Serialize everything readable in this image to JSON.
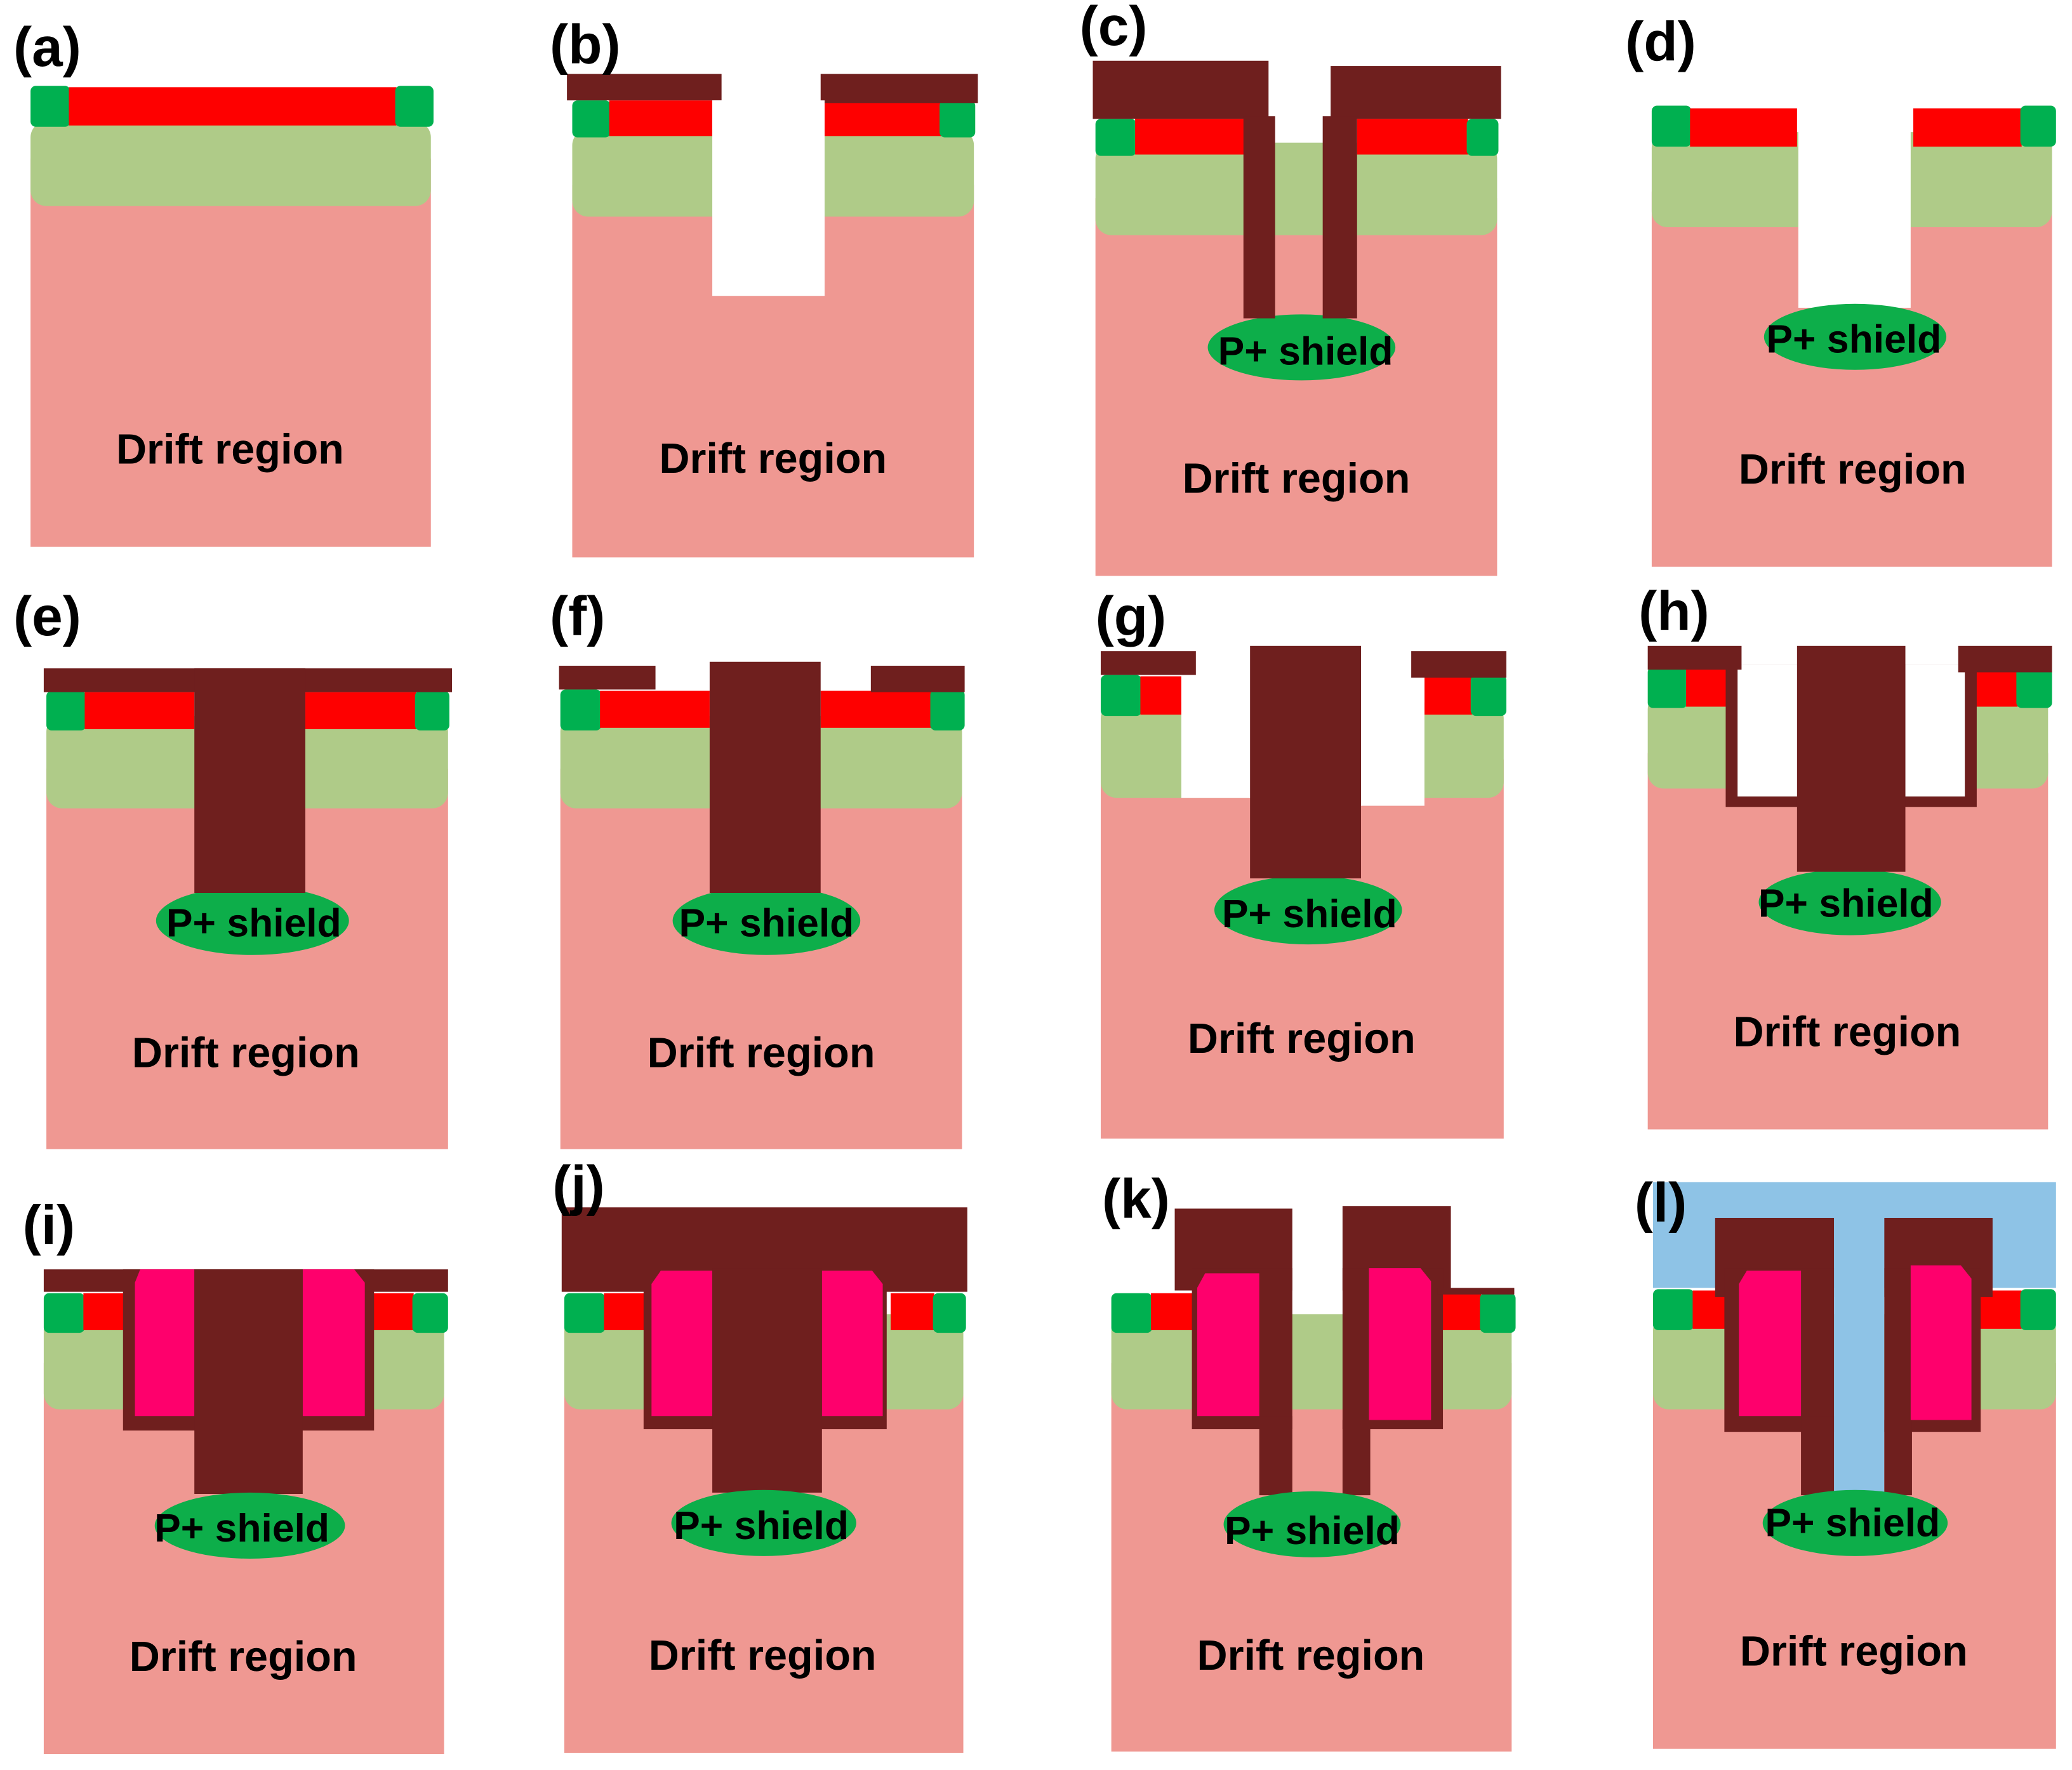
{
  "colors": {
    "drift": "#EF9892",
    "pwell": "#AFCB88",
    "nplus": "#FE0000",
    "pplus": "#00B050",
    "shield": "#0DAE4A",
    "metal": "#6F1F1E",
    "spacer": "#FE006C",
    "ild": "#8EC3E6",
    "background": "#FFFFFF"
  },
  "text": {
    "drift_label": "Drift region",
    "shield_label": "P+ shield"
  },
  "panels": [
    {
      "label": "(a)"
    },
    {
      "label": "(b)"
    },
    {
      "label": "(c)"
    },
    {
      "label": "(d)"
    },
    {
      "label": "(e)"
    },
    {
      "label": "(f)"
    },
    {
      "label": "(g)"
    },
    {
      "label": "(h)"
    },
    {
      "label": "(i)"
    },
    {
      "label": "(j)"
    },
    {
      "label": "(k)"
    },
    {
      "label": "(l)"
    }
  ]
}
